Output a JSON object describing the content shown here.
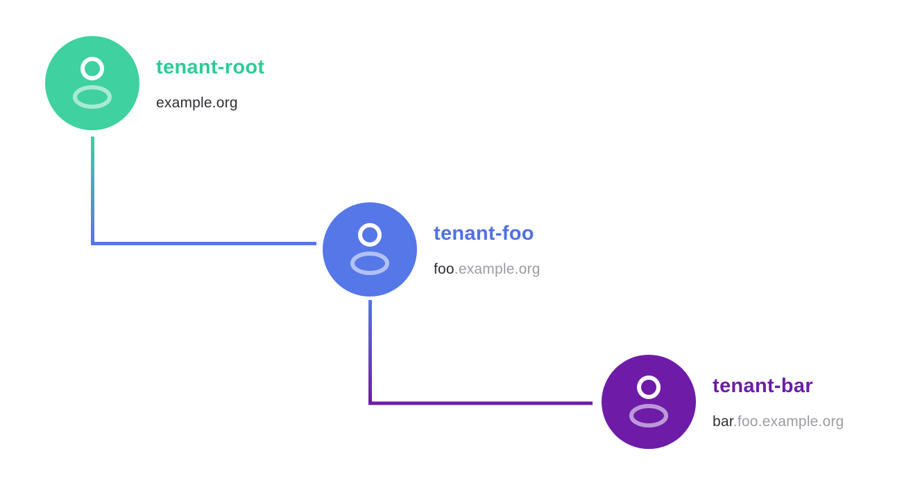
{
  "diagram": {
    "title": "tenant-hierarchy",
    "background": "#ffffff",
    "nodes": [
      {
        "id": "tenant-root",
        "label": "tenant-root",
        "domain_dark": "example.org",
        "domain_gray": "",
        "circle_color": "#3fd1a0",
        "label_color": "#2ecb97",
        "icon": "user-icon"
      },
      {
        "id": "tenant-foo",
        "label": "tenant-foo",
        "domain_dark": "foo",
        "domain_gray": ".example.org",
        "circle_color": "#5577e8",
        "label_color": "#5071e2",
        "icon": "user-icon"
      },
      {
        "id": "tenant-bar",
        "label": "tenant-bar",
        "domain_dark": "bar",
        "domain_gray": ".foo.example.org",
        "circle_color": "#6e1ca8",
        "label_color": "#6c1da7",
        "icon": "user-icon"
      }
    ],
    "connectors": [
      {
        "from": "tenant-root",
        "to": "tenant-foo",
        "start_color": "#3fd1a0",
        "end_color": "#5577e8"
      },
      {
        "from": "tenant-foo",
        "to": "tenant-bar",
        "start_color": "#5577e8",
        "end_color": "#6e1ca8"
      }
    ],
    "text_colors": {
      "domain_dark": "#2e2e33",
      "domain_gray": "#9c9ca2"
    },
    "icon_colors": {
      "head_stroke": "#ffffff",
      "body_stroke": "rgba(255,255,255,0.55)"
    }
  }
}
